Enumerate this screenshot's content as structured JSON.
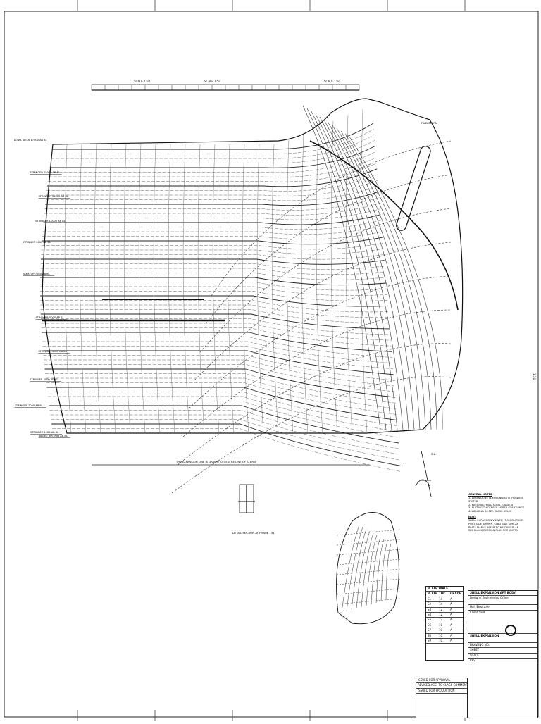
{
  "drawing": {
    "title": "HULL SHELL EXPANSION — LINES OF FRAMES",
    "scale_top": [
      "SCALE 1:50",
      "SCALE 1:50",
      "SCALE 1:50"
    ],
    "bottom_note": "THE EXPANSION LINE IS DRAWN AT CENTRE LINE OF STERN",
    "fwd_label": "FWD STERN",
    "side_right_label": "1:50",
    "detail_caption": "DETAIL SECTION AT FRAME 131",
    "sea_label": "S.L.",
    "longitudinals": [
      "LONG. DECK 17000 AB BL",
      "STRINGER 15000 AB BL",
      "STRINGER 13000 AB BL",
      "STRINGER 11000 AB BL",
      "STRINGER 9000 AB BL",
      "TANKTOP 7000 AB BL",
      "STRINGER 5000 AB BL",
      "STRINGER 4000 AB BL",
      "STRINGER 3000 AB BL",
      "STRINGER 2000 AB BL",
      "STRINGER 1000 AB BL",
      "BILGE / BOTTOM AB BL"
    ]
  },
  "notes": {
    "heading": "GENERAL NOTES",
    "lines": [
      "1. DIMENSIONS IN MM UNLESS OTHERWISE STATED",
      "2. MATERIAL: MILD STEEL GRADE A",
      "3. PLATING THICKNESS AS PER SCANTLINGS",
      "4. WELDING AS PER CLASS RULES"
    ],
    "sub_heading": "NOTE",
    "sub_lines": [
      "SHELL EXPANSION VIEWED FROM OUTSIDE",
      "PORT SIDE SHOWN, STBD SIDE SIMILAR",
      "PLATE MARKS REFER TO NESTING PLAN",
      "SEE BLOCK DIVISION PLAN FOR JOINTS"
    ]
  },
  "plate_table": {
    "heading": "PLATE TABLE",
    "rows": [
      [
        "PLATE",
        "THK",
        "GRADE"
      ],
      [
        "S1",
        "14",
        "A"
      ],
      [
        "S2",
        "14",
        "A"
      ],
      [
        "S3",
        "12",
        "A"
      ],
      [
        "S4",
        "12",
        "A"
      ],
      [
        "S5",
        "12",
        "A"
      ],
      [
        "S6",
        "10",
        "A"
      ],
      [
        "S7",
        "10",
        "A"
      ],
      [
        "S8",
        "10",
        "A"
      ],
      [
        "S9",
        "10",
        "A"
      ]
    ]
  },
  "title_block": {
    "project": "SHELL EXPANSION AFT BODY",
    "company": "Design / Engineering Office",
    "subtitle": "Hull Structure",
    "client": "Client Yard",
    "drawing_title": "SHELL EXPANSION",
    "drawing_no": "DRAWING NO.",
    "sheet": "SHEET",
    "scale": "SCALE",
    "rev": "REV."
  },
  "revision": {
    "rows": [
      "ISSUED FOR APPROVAL",
      "REVISED ACC. TO CLASS COMMENTS",
      "ISSUED FOR PRODUCTION"
    ]
  }
}
